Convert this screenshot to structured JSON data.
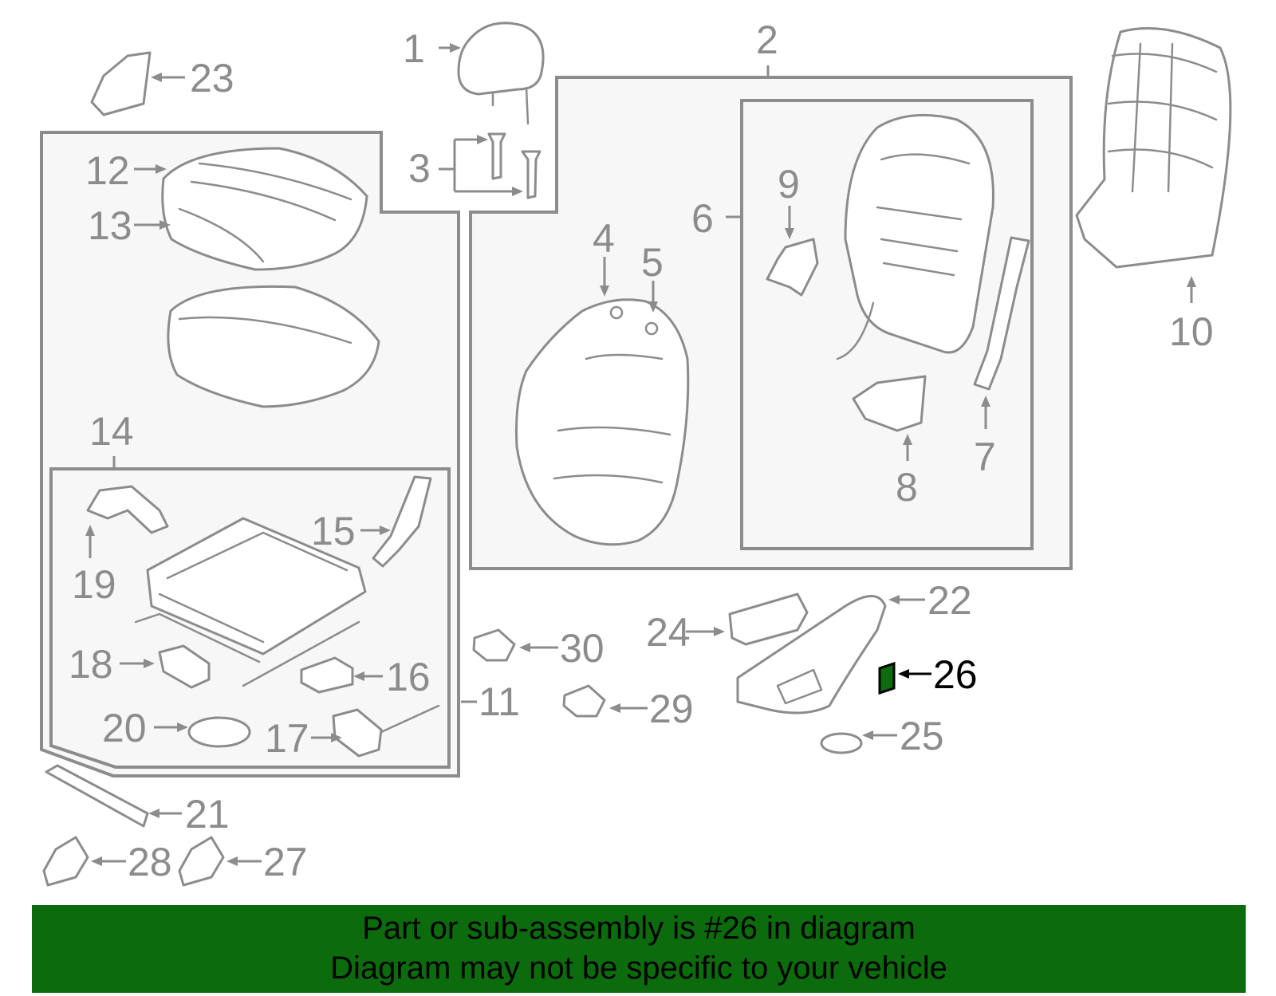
{
  "callouts": {
    "c1": "1",
    "c2": "2",
    "c3": "3",
    "c4": "4",
    "c5": "5",
    "c6": "6",
    "c7": "7",
    "c8": "8",
    "c9": "9",
    "c10": "10",
    "c11": "11",
    "c12": "12",
    "c13": "13",
    "c14": "14",
    "c15": "15",
    "c16": "16",
    "c17": "17",
    "c18": "18",
    "c19": "19",
    "c20": "20",
    "c21": "21",
    "c22": "22",
    "c23": "23",
    "c24": "24",
    "c25": "25",
    "c26": "26",
    "c27": "27",
    "c28": "28",
    "c29": "29",
    "c30": "30"
  },
  "highlight_part": "26",
  "colors": {
    "line": "#8c8c8c",
    "highlight": "#0c6b0c",
    "banner": "#0c6b0c"
  },
  "banner": {
    "line1": "Part or sub-assembly is #26 in diagram",
    "line2": "Diagram may not be specific to your vehicle"
  }
}
